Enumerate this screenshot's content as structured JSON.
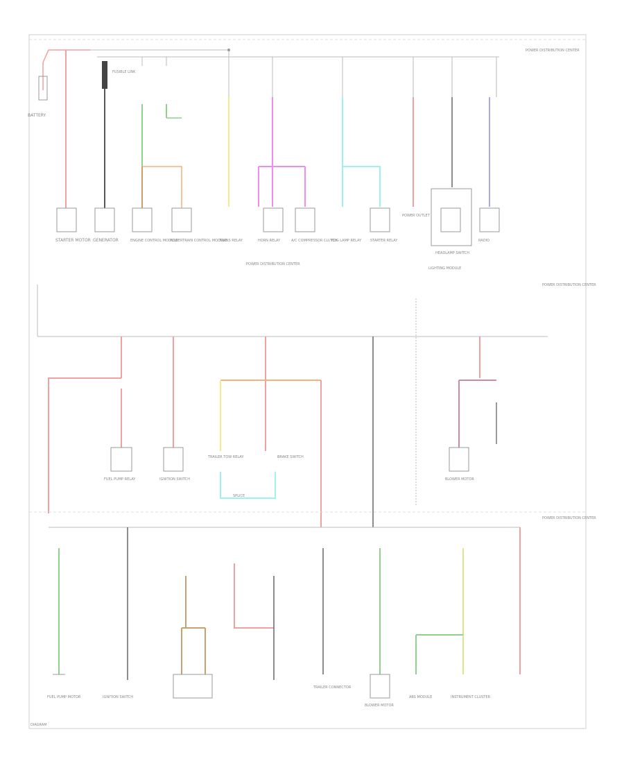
{
  "diagram": {
    "title": "",
    "colors": {
      "line": "#b8b8b8",
      "frame": "#c8c8c8",
      "red": "#f0a0a0",
      "black": "#555555",
      "green": "#8fd08f",
      "yellow": "#f2ec8a",
      "pink": "#f08bf0",
      "cyan": "#9ff0f0",
      "blue": "#a8a8f4",
      "orange": "#f5b27a",
      "brown": "#c8a070"
    },
    "labels": {
      "battery": "BATTERY",
      "pdc_top": "POWER DISTRIBUTION CENTER",
      "pdc_mid": "POWER DISTRIBUTION CENTER",
      "pdc_bot": "POWER DISTRIBUTION CENTER",
      "pdc_row": "POWER DISTRIBUTION CENTER",
      "starter": "STARTER MOTOR",
      "generator": "GENERATOR",
      "fuse_link": "FUSIBLE LINK",
      "eng_ctrl_1": "ENGINE CONTROL MODULE",
      "eng_ctrl_2": "POWERTRAIN CONTROL MODULE",
      "trans_relay": "TRANS RELAY",
      "horn_relay": "HORN RELAY",
      "ac_comp": "A/C COMPRESSOR CLUTCH",
      "fog_lamp": "FOG LAMP RELAY",
      "starter_relay": "STARTER RELAY",
      "power_outlet": "POWER OUTLET",
      "headlamp_sw": "HEADLAMP SWITCH",
      "light_module": "LIGHTING MODULE",
      "fuel_pump": "FUEL PUMP RELAY",
      "ignition_sw": "IGNITION SWITCH",
      "mid_wire_label": "SPLICE",
      "trailer_relay": "TRAILER TOW RELAY",
      "blower": "BLOWER MOTOR",
      "brake_sw": "BRAKE SWITCH",
      "fuel_pump_motor": "FUEL PUMP MOTOR",
      "ign_sw_bot": "IGNITION SWITCH",
      "trailer_conn": "TRAILER CONNECTOR",
      "blower_motor": "BLOWER MOTOR",
      "abs_module": "ABS MODULE",
      "inst_cluster": "INSTRUMENT CLUSTER",
      "radio": "RADIO",
      "footer": "DIAGRAM"
    }
  }
}
